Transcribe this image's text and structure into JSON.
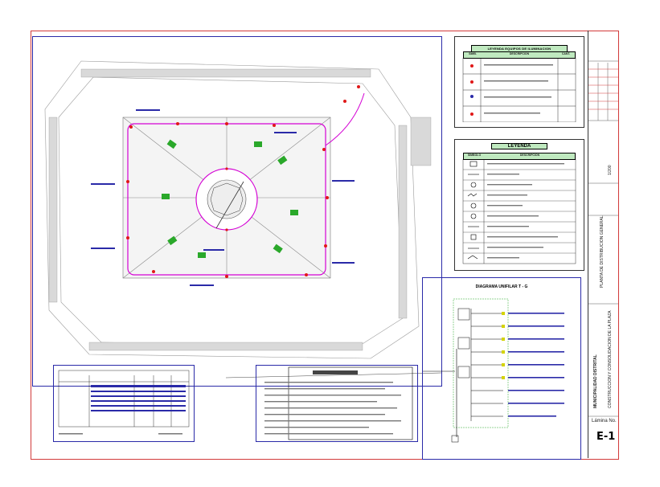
{
  "legend1": {
    "title": "LEYENDA EQUIPOS DE ILUMINACION",
    "headers": [
      "SIMB.",
      "DESCRIPCION",
      "CANT."
    ]
  },
  "legend2": {
    "title": "LEYENDA",
    "headers": [
      "SIMBOLO",
      "DESCRIPCION"
    ]
  },
  "diagram": {
    "title": "DIAGRAMA UNIFILAR T - G"
  },
  "titleblock": {
    "sheet_label": "Lámina No.",
    "sheet_number": "E-1",
    "project_a": "CONSTRUCCION Y CONSOLIDACION DE LA PLAZA",
    "project_b": "PLANTA DE DISTRIBUCION GENERAL",
    "scale": "1/200",
    "owner": "MUNICIPALIDAD DISTRITAL"
  },
  "colors": {
    "border": "#d23a3a",
    "frame": "#2a2aa8",
    "circuit": "#d400d4",
    "planter": "#2aa82a",
    "luminaire": "#e01818",
    "paving": "#9a9a9a"
  }
}
